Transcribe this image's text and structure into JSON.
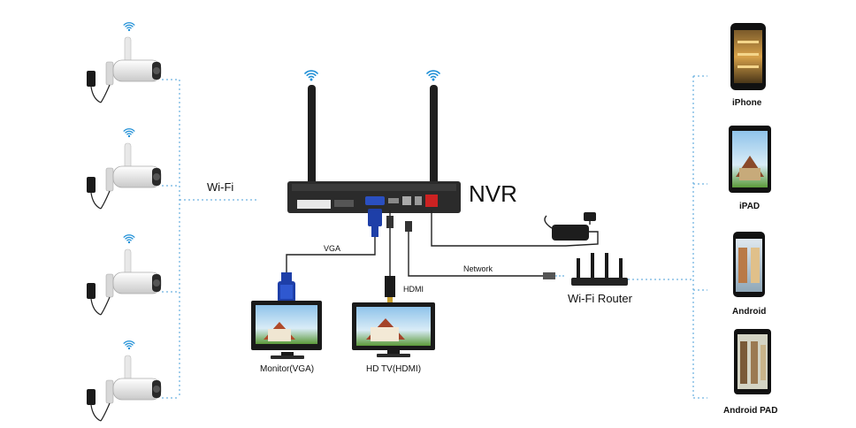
{
  "labels": {
    "wifi": "Wi-Fi",
    "nvr": "NVR",
    "vga": "VGA",
    "hdmi": "HDMI",
    "network": "Network",
    "wifi_router": "Wi-Fi Router",
    "monitor_vga": "Monitor(VGA)",
    "hdtv_hdmi": "HD TV(HDMI)"
  },
  "devices": [
    {
      "label": "iPhone"
    },
    {
      "label": "iPAD"
    },
    {
      "label": "Android"
    },
    {
      "label": "Android PAD"
    }
  ],
  "colors": {
    "dotted_link": "#4a9fd8",
    "cable": "#222222",
    "vga_blue": "#1e3fa8",
    "wifi_blue": "#1f8fd6",
    "nvr_body": "#2b2b2b",
    "nvr_red_port": "#cc2222"
  },
  "cameras": [
    {
      "icon": "wifi-camera-icon"
    },
    {
      "icon": "wifi-camera-icon"
    },
    {
      "icon": "wifi-camera-icon"
    },
    {
      "icon": "wifi-camera-icon"
    }
  ]
}
